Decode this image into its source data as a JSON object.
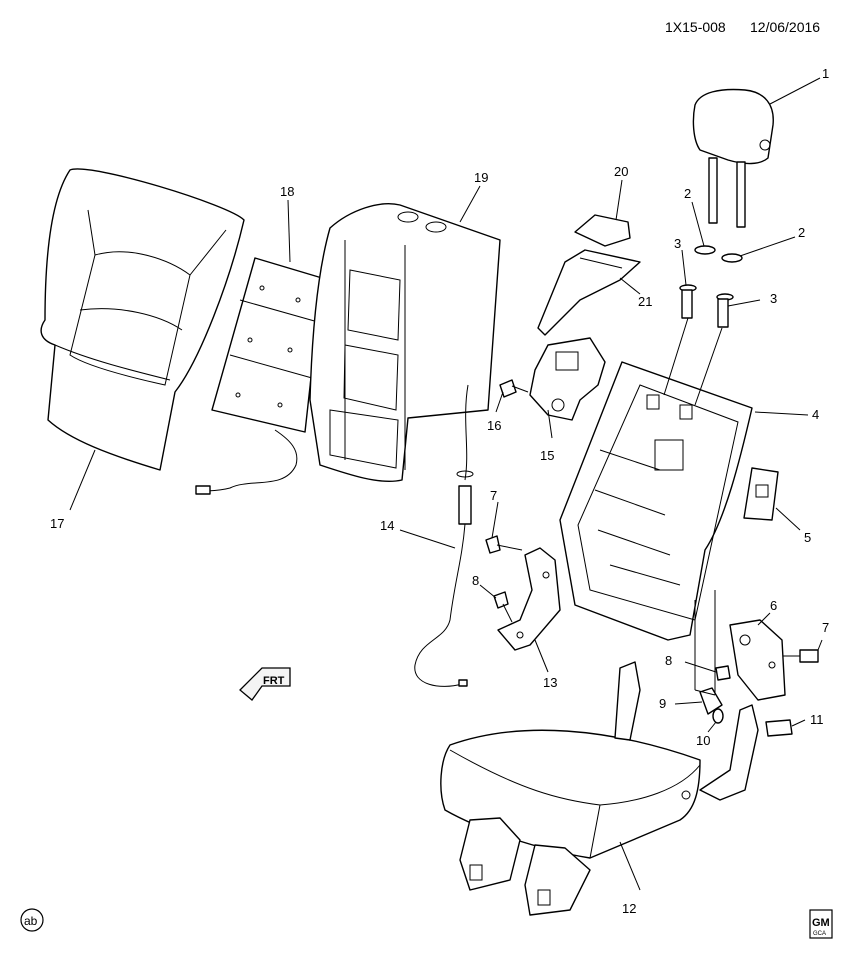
{
  "header": {
    "code": "1X15-008",
    "date": "12/06/2016"
  },
  "callouts": [
    "1",
    "2",
    "2",
    "3",
    "3",
    "4",
    "5",
    "6",
    "7",
    "7",
    "8",
    "8",
    "9",
    "10",
    "11",
    "12",
    "13",
    "14",
    "15",
    "16",
    "17",
    "18",
    "19",
    "20",
    "21"
  ],
  "front_label": "FRT",
  "corner_mark": "ab",
  "logo": {
    "text": "GM",
    "subtext": "GCA"
  }
}
